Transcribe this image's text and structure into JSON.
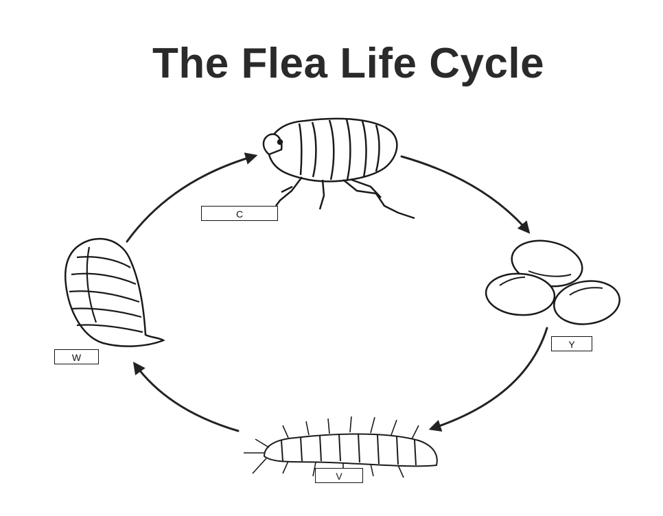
{
  "title": "The Flea Life Cycle",
  "labels": {
    "adult": "C",
    "eggs": "Y",
    "larva": "V",
    "pupa": "W"
  },
  "icons": [
    "adult-flea-icon",
    "flea-eggs-icon",
    "flea-larva-icon",
    "flea-pupa-icon"
  ]
}
